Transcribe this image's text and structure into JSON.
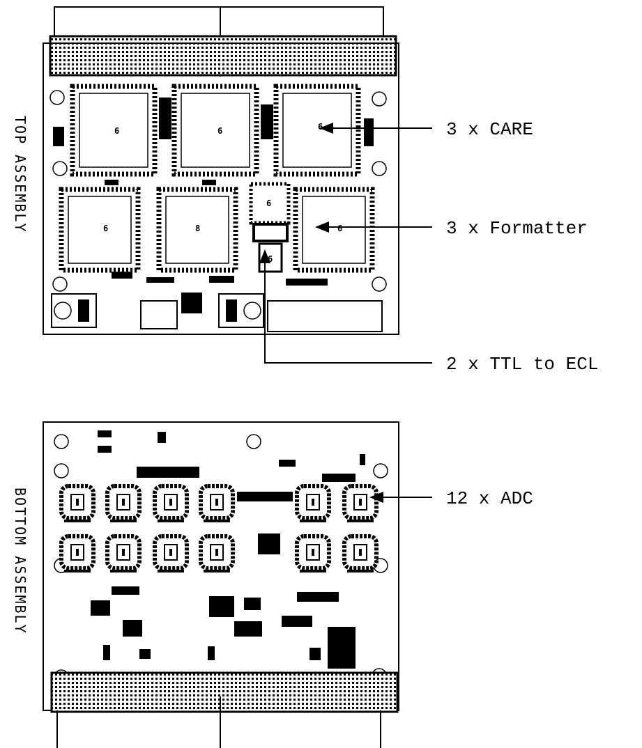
{
  "side_labels": {
    "top": "TOP ASSEMBLY",
    "bottom": "BOTTOM ASSEMBLY"
  },
  "callouts": {
    "care": "3 x CARE",
    "formatter": "3 x Formatter",
    "ttl_ecl": "2 x TTL to ECL",
    "adc": "12 x ADC"
  },
  "colors": {
    "ink": "#000000",
    "paper": "#ffffff",
    "pad": "#222222"
  }
}
